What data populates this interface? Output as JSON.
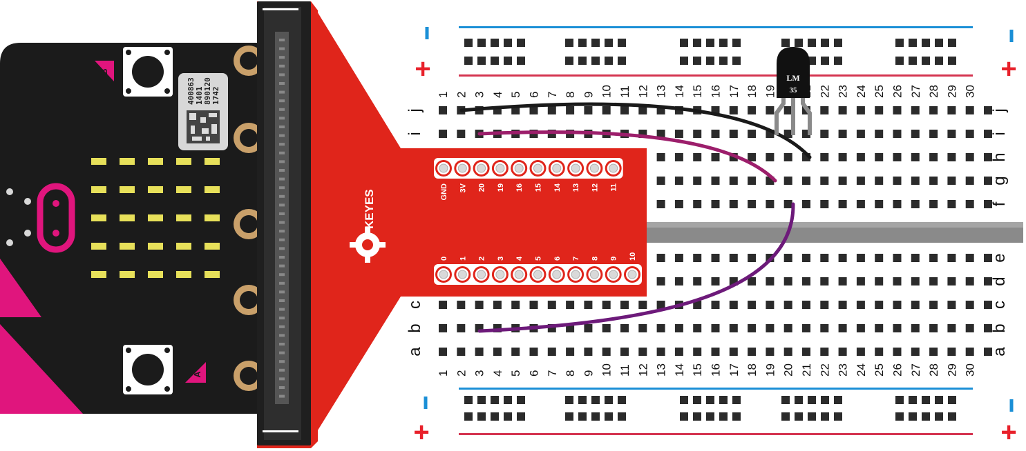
{
  "breadboard": {
    "columns": [
      "1",
      "2",
      "3",
      "4",
      "5",
      "6",
      "7",
      "8",
      "9",
      "10",
      "11",
      "12",
      "13",
      "14",
      "15",
      "16",
      "17",
      "18",
      "19",
      "20",
      "21",
      "22",
      "23",
      "24",
      "25",
      "26",
      "27",
      "28",
      "29",
      "30"
    ],
    "upper_rows": [
      "j",
      "i",
      "h",
      "g",
      "f"
    ],
    "lower_rows": [
      "e",
      "d",
      "c",
      "b",
      "a"
    ],
    "rail_minus": "-",
    "rail_plus": "+",
    "colors": {
      "blue_rail": "#1a8fd6",
      "red_rail": "#d4334f",
      "minus": "#1a8fd6",
      "plus": "#e8202a"
    }
  },
  "microbit": {
    "serial_lines": [
      "400863",
      "1401",
      "890120",
      "1742"
    ],
    "button_b": "B",
    "button_a": "A",
    "led_color": "#e7e05a",
    "accent": "#e0157d"
  },
  "adapter": {
    "brand": "KEYES",
    "top_pins": [
      "GND",
      "3V",
      "20",
      "19",
      "16",
      "15",
      "14",
      "13",
      "12",
      "11"
    ],
    "bottom_pins": [
      "0",
      "1",
      "2",
      "3",
      "4",
      "5",
      "6",
      "7",
      "8",
      "9",
      "10"
    ],
    "color": "#e0251b"
  },
  "sensor": {
    "line1": "LM",
    "line2": "35"
  },
  "wires": {
    "gnd": "#1a1a1a",
    "vcc": "#9c1e6b",
    "signal": "#6d1a7a"
  }
}
